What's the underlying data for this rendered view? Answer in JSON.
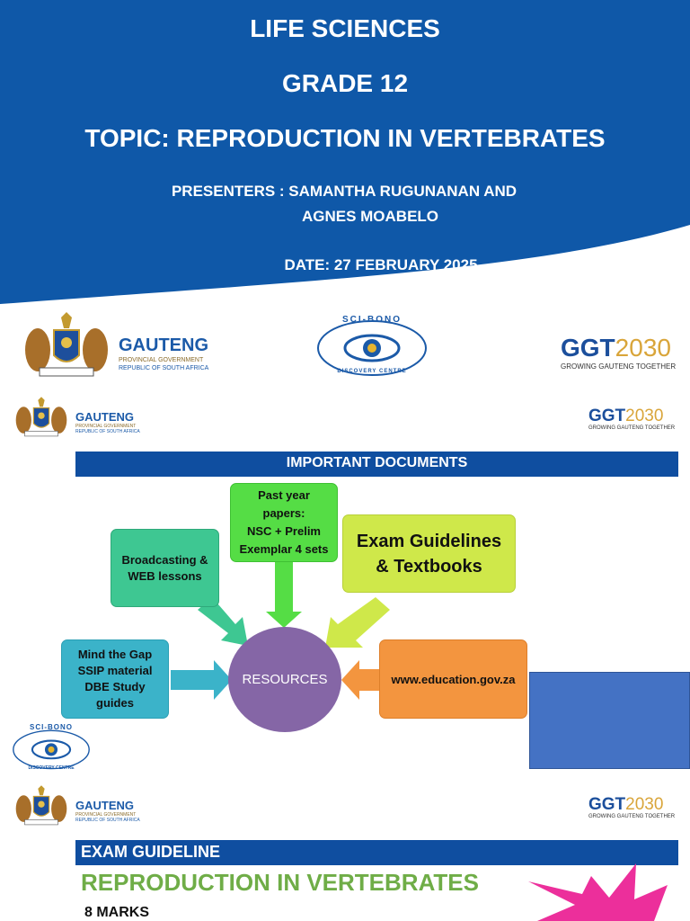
{
  "slide1": {
    "title": "LIFE SCIENCES",
    "grade": "GRADE 12",
    "topic": "TOPIC: REPRODUCTION IN VERTEBRATES",
    "presenters_line1": "PRESENTERS : SAMANTHA RUGUNANAN AND",
    "presenters_line2": "AGNES MOABELO",
    "date": "DATE: 27 FEBRUARY 2025"
  },
  "logos": {
    "gauteng_name": "GAUTENG",
    "gauteng_line1": "PROVINCIAL GOVERNMENT",
    "gauteng_line2": "REPUBLIC OF SOUTH AFRICA",
    "ggt_part1": "GGT",
    "ggt_part2": "2030",
    "ggt_tagline": "GROWING GAUTENG TOGETHER",
    "scibono_top": "SCI-BONO",
    "scibono_bottom": "DISCOVERY CENTRE"
  },
  "slide2": {
    "heading": "IMPORTANT DOCUMENTS",
    "center": "RESOURCES",
    "boxes": {
      "broadcasting": [
        "Broadcasting &",
        "WEB lessons"
      ],
      "past_papers": [
        "Past year",
        "papers:",
        "NSC + Prelim",
        "Exemplar 4 sets"
      ],
      "exam_guidelines": [
        "Exam Guidelines",
        "& Textbooks"
      ],
      "mind_the_gap": [
        "Mind the Gap",
        "SSIP material",
        "DBE Study",
        "guides"
      ],
      "website": "www.education.gov.za"
    }
  },
  "slide3": {
    "heading": "EXAM GUIDELINE",
    "title": "REPRODUCTION IN VERTEBRATES",
    "marks": "8 MARKS"
  },
  "colors": {
    "brand_blue": "#0f4ea0",
    "title_green": "#6fad47",
    "resources_purple": "#8566a6",
    "starburst_pink": "#ec2f9b"
  }
}
